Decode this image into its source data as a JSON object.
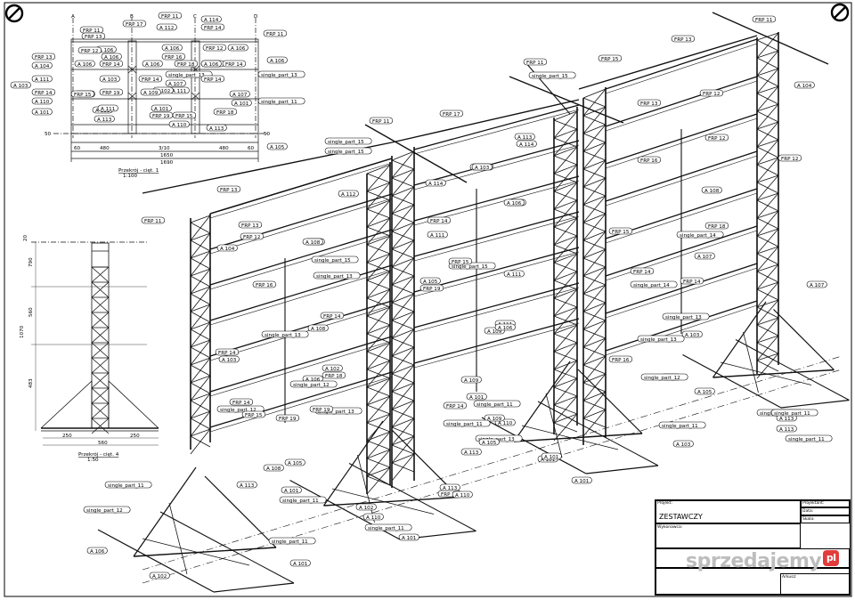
{
  "corner_icons": [
    "no-entry-icon",
    "no-entry-icon"
  ],
  "grid_letters": [
    "A",
    "B",
    "C",
    "D"
  ],
  "top_view": {
    "caption": "Przekrój - cięt. 1",
    "scale": "1:100",
    "labels": [
      "FRP 11",
      "FRP 13",
      "FRP 17",
      "A 112",
      "FRP 11",
      "A 114",
      "FRP 14",
      "FRP 11",
      "FRP 13",
      "A 106",
      "FRP 12",
      "A 106",
      "FRP 12",
      "A 106",
      "FRP 16",
      "A 106",
      "FRP 14",
      "A 104",
      "A 106",
      "FRP 14",
      "A 106",
      "FRP 18",
      "A 106",
      "FRP 14",
      "A 106",
      "A 103",
      "single_part_13",
      "A 111",
      "A 103",
      "FRP 14",
      "A 107",
      "FRP 14",
      "single_part_13",
      "A 111",
      "FRP 14",
      "A 102",
      "FRP 19",
      "A 109",
      "A 109",
      "A 107",
      "FRP 15",
      "FRP 18",
      "A 101",
      "single_part_11",
      "A 110",
      "A 111",
      "FRP 19",
      "FRP 15",
      "A 113",
      "A 101",
      "A 101",
      "A 111",
      "A 110",
      "A 113",
      "A 105"
    ],
    "dims": [
      "480",
      "3/10",
      "480",
      "1650",
      "1690",
      "60",
      "60",
      "50",
      "50"
    ]
  },
  "side_view": {
    "caption": "Przekrój - cięt. 4",
    "scale": "1:50",
    "dims": [
      "20",
      "790",
      "560",
      "1070",
      "483",
      "250",
      "250",
      "560"
    ]
  },
  "main_view": {
    "labels": [
      "FRP 11",
      "FRP 13",
      "FRP 11",
      "single_part_15",
      "FRP 11",
      "FRP 17",
      "FRP 12",
      "A 104",
      "FRP 12",
      "FRP 13",
      "A 112",
      "A 114",
      "FRP 13",
      "single_part_15",
      "single_part_15",
      "A 113",
      "A 114",
      "FRP 15",
      "FRP 11",
      "FRP 13",
      "FRP 16",
      "A 108",
      "single_part_15",
      "FRP 12",
      "A 104",
      "FRP 16",
      "A 108",
      "FRP 14",
      "A 106",
      "FRP 12",
      "A 103",
      "FRP 18",
      "A 111",
      "A 108",
      "FRP 14",
      "FRP 14",
      "single_part_15",
      "A 105",
      "FRP 19",
      "A 108",
      "FRP 14",
      "single_part_13",
      "single_part_13",
      "single_part_14",
      "FRP 16",
      "A 111",
      "A 107",
      "A 108",
      "FRP 15",
      "single_part_13",
      "FRP 14",
      "single_part_13",
      "A 111",
      "FRP 16",
      "A 102",
      "A 106",
      "A 103",
      "FRP 15",
      "FRP 18",
      "A 107",
      "A 101",
      "FRP 14",
      "single_part_14",
      "single_part_13",
      "single_part_11",
      "A 109",
      "FRP 19",
      "A 110",
      "A 109",
      "A 103",
      "A 109",
      "single_part_12",
      "A 107",
      "FRP 14",
      "single_part_14",
      "A 105",
      "single_part_12",
      "FRP 15",
      "single_part_13",
      "A 101",
      "single_part_11",
      "FRP 19",
      "A 108",
      "A 106",
      "single_part_11",
      "single_part_11",
      "A 113",
      "A 105",
      "A 101",
      "FRP 15",
      "A 113",
      "single_part_11",
      "A 101",
      "single_part_12",
      "A 102",
      "A 110",
      "single_part_11",
      "A 113",
      "A 113",
      "A 110",
      "A 105",
      "A 113",
      "A 101",
      "A 101",
      "A 106",
      "single_part_12",
      "single_part_11",
      "single_part_11",
      "A 103",
      "A 102",
      "A 101",
      "single_part_11"
    ]
  },
  "title_block": {
    "project_label": "Projekt:",
    "project_value": "ZESTAWCZY",
    "designer_label": "Projektant:",
    "date_label": "Data:",
    "scale_label": "Skala:",
    "drawing_label": "Wykonawca:",
    "sheet_label": "Arkusz:"
  },
  "watermark": {
    "text": "sprzedajemy",
    "badge": "pl"
  }
}
